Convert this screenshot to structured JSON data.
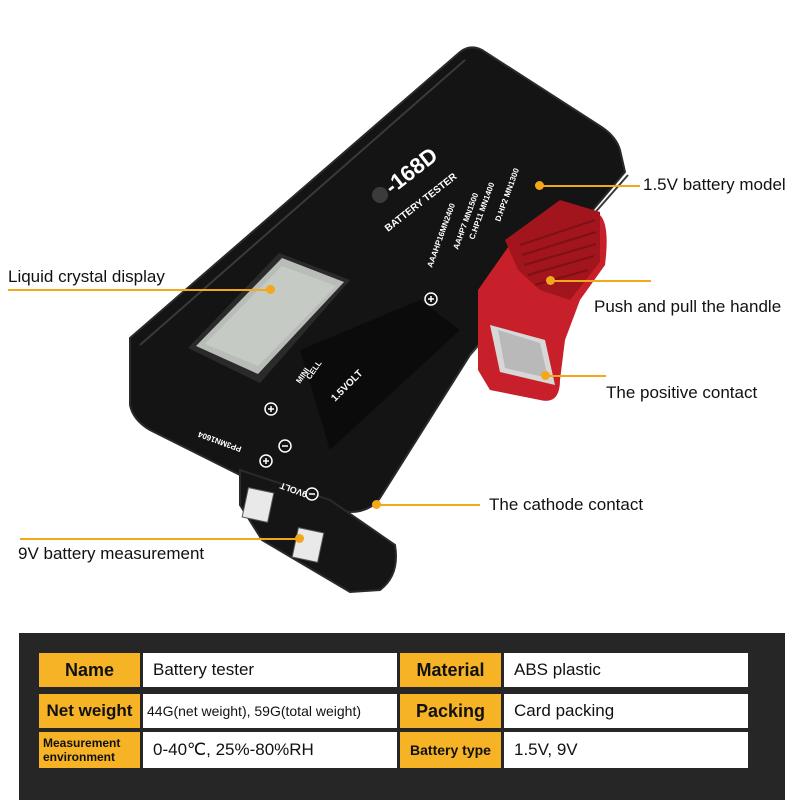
{
  "device": {
    "model_text": "-168D",
    "subtitle": "BATTERY TESTER",
    "lcd_legend_mini": "MINI",
    "lcd_legend_cell": "CELL",
    "slot_1_5v": "1.5VOLT",
    "model_list": [
      "AAAHP16MN2400",
      "AAHP7 MN1500",
      "C.HP11 MN1400",
      "D.HP2 MN1300"
    ],
    "nine_volt_label": "9VOLT",
    "pp3_label": "PP3MN1604"
  },
  "callouts": {
    "lcd": "Liquid crystal display",
    "battery_model": "1.5V battery model",
    "handle": "Push and pull the handle",
    "positive": "The positive contact",
    "cathode": "The cathode contact",
    "nine_volt": "9V battery measurement"
  },
  "spec_table": {
    "rows": [
      {
        "k1": "Name",
        "v1": "Battery tester",
        "k2": "Material",
        "v2": "ABS plastic"
      },
      {
        "k1": "Net weight",
        "v1": "44G(net weight), 59G(total weight)",
        "k2": "Packing",
        "v2": "Card packing"
      },
      {
        "k1": "Measurement environment",
        "v1": "0-40℃, 25%-80%RH",
        "k2": "Battery type",
        "v2": "1.5V, 9V"
      }
    ]
  },
  "colors": {
    "accent": "#f3a81b",
    "table_key_bg": "#f5b325",
    "table_frame": "#262626",
    "handle_red": "#c8202a",
    "body_black": "#111111"
  }
}
